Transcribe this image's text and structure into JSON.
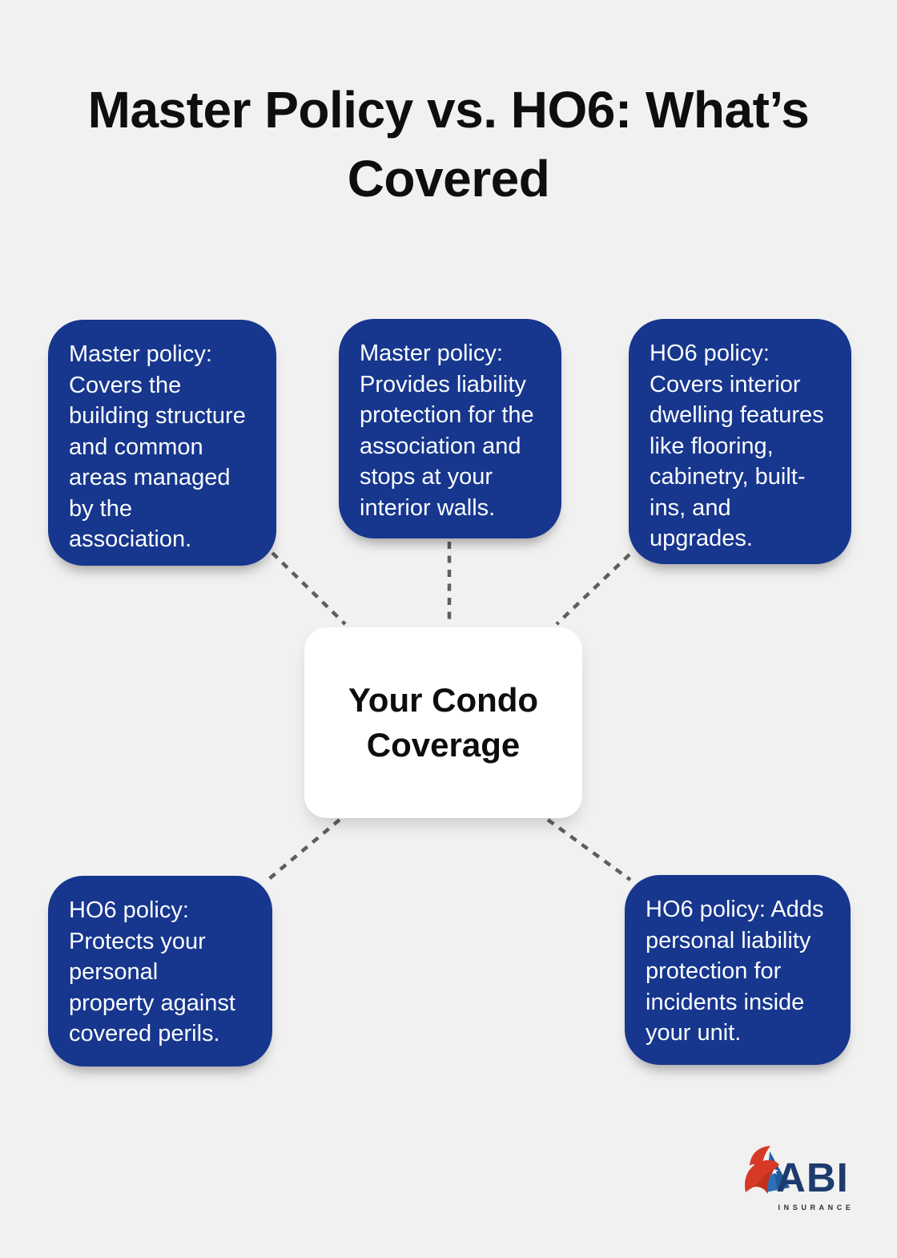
{
  "title": "Master Policy vs. HO6: What’s\nCovered",
  "center": {
    "label": "Your Condo\nCoverage"
  },
  "nodes": [
    {
      "id": "master-policy-structure",
      "text": "Master policy:\nCovers the\nbuilding structure\nand common\nareas managed\nby the\nassociation."
    },
    {
      "id": "master-policy-liability",
      "text": "Master policy:\nProvides liability\nprotection for the\nassociation and\nstops at your\ninterior walls."
    },
    {
      "id": "ho6-interior-features",
      "text": "HO6 policy:\nCovers interior\ndwelling features\nlike flooring,\ncabinetry, built-\nins, and\nupgrades."
    },
    {
      "id": "ho6-personal-property",
      "text": "HO6 policy:\nProtects your\npersonal\nproperty against\ncovered perils."
    },
    {
      "id": "ho6-personal-liability",
      "text": "HO6 policy: Adds\npersonal liability\nprotection for\nincidents inside\nyour unit."
    }
  ],
  "logo": {
    "name": "ABI",
    "tagline": "INSURANCE"
  },
  "colors": {
    "background": "#f1f1f1",
    "node_bg": "#17368d",
    "node_text": "#fbfdff",
    "center_bg": "#ffffff",
    "center_text": "#0d0d0d",
    "title_color": "#0e0e0e",
    "connector": "#5e5e5e",
    "logo_navy": "#1d3b6e",
    "logo_red": "#d63a26",
    "logo_blue": "#2f6fb5"
  }
}
